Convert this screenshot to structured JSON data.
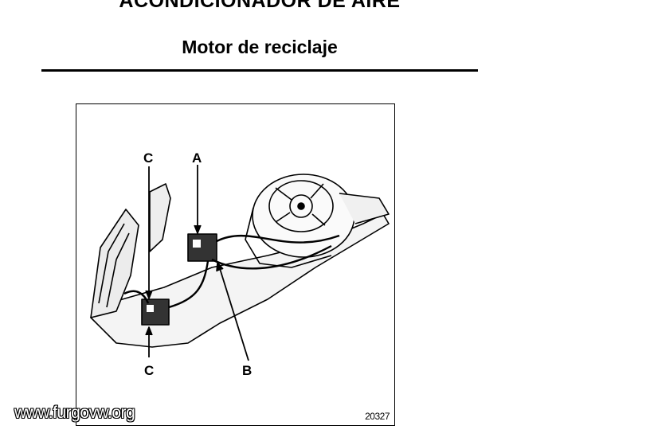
{
  "document": {
    "header": "ACONDICIONADOR DE AIRE",
    "title": "Motor de reciclaje"
  },
  "figure": {
    "labels": {
      "a": "A",
      "b": "B",
      "c_top": "C",
      "c_bottom": "C"
    },
    "number": "20327"
  },
  "watermark": "www.furgovw.org"
}
